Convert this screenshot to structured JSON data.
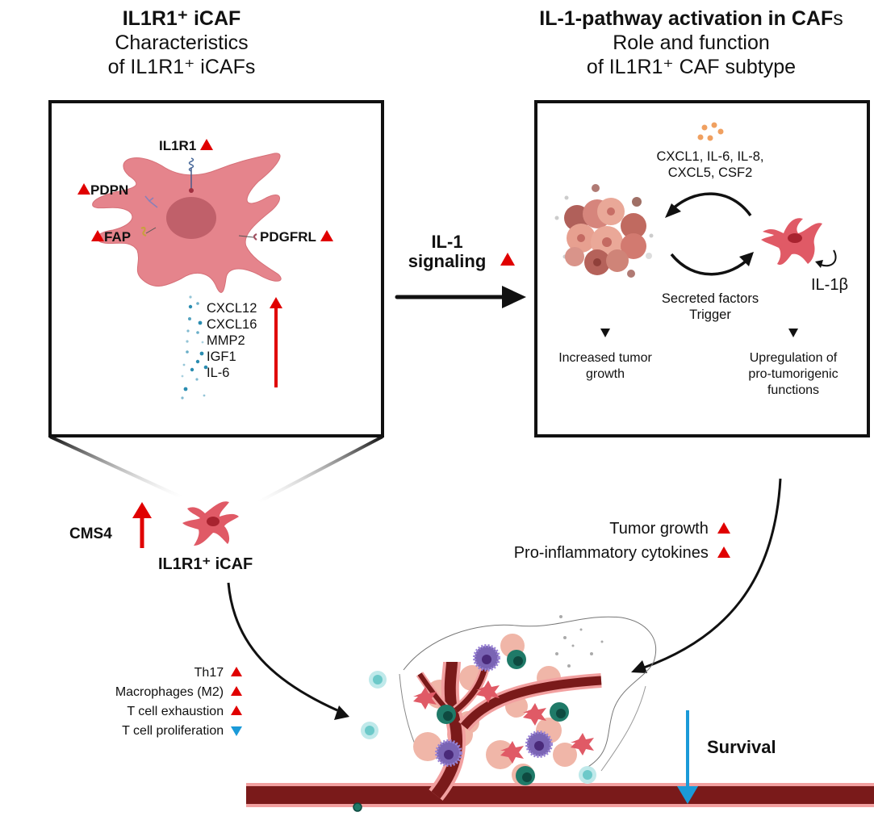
{
  "left_title": {
    "line1": "IL1R1⁺ iCAF",
    "line2": "Characteristics",
    "line3": "of IL1R1⁺ iCAFs"
  },
  "right_title": {
    "line1_bold": "IL-1-pathway activation in CAF",
    "line1_suffix": "s",
    "line2": "Role and function",
    "line3": "of IL1R1⁺ CAF subtype"
  },
  "left_panel": {
    "markers": [
      {
        "label": "IL1R1",
        "direction": "up"
      },
      {
        "label": "PDPN",
        "direction": "up"
      },
      {
        "label": "FAP",
        "direction": "up"
      },
      {
        "label": "PDGFRL",
        "direction": "up"
      }
    ],
    "secreted_genes": [
      "CXCL12",
      "CXCL16",
      "MMP2",
      "IGF1",
      "IL-6"
    ],
    "secreted_direction": "up"
  },
  "center_arrow": {
    "line1": "IL-1",
    "line2": "signaling",
    "direction": "up"
  },
  "right_panel": {
    "cytokines_line1": "CXCL1, IL-6, IL-8,",
    "cytokines_line2": "CXCL5, CSF2",
    "secreted_line1": "Secreted factors",
    "secreted_line2": "Trigger",
    "autocrine": "IL-1β",
    "outcome_left_line1": "Increased tumor",
    "outcome_left_line2": "growth",
    "outcome_right_line1": "Upregulation of",
    "outcome_right_line2": "pro-tumorigenic",
    "outcome_right_line3": "functions"
  },
  "cms4": {
    "label": "CMS4",
    "direction": "up"
  },
  "small_caf_label": "IL1R1⁺ iCAF",
  "effects_right": [
    {
      "label": "Tumor growth",
      "direction": "up"
    },
    {
      "label": "Pro-inflammatory cytokines",
      "direction": "up"
    }
  ],
  "effects_left": [
    {
      "label": "Th17",
      "direction": "up"
    },
    {
      "label": "Macrophages (M2)",
      "direction": "up"
    },
    {
      "label": "T cell exhaustion",
      "direction": "up"
    },
    {
      "label": "T cell proliferation",
      "direction": "down"
    }
  ],
  "survival": {
    "label": "Survival",
    "direction": "down"
  },
  "colors": {
    "up_arrow": "#e00000",
    "down_arrow": "#1a9ad8",
    "caf_cell": "#e05a66",
    "caf_cell_light": "#e58a90",
    "vessel": "#7a1a1a",
    "t_cell": "#1f7a68",
    "macrophage": "#7a64b4",
    "teal_cell": "#8fd6d6"
  }
}
